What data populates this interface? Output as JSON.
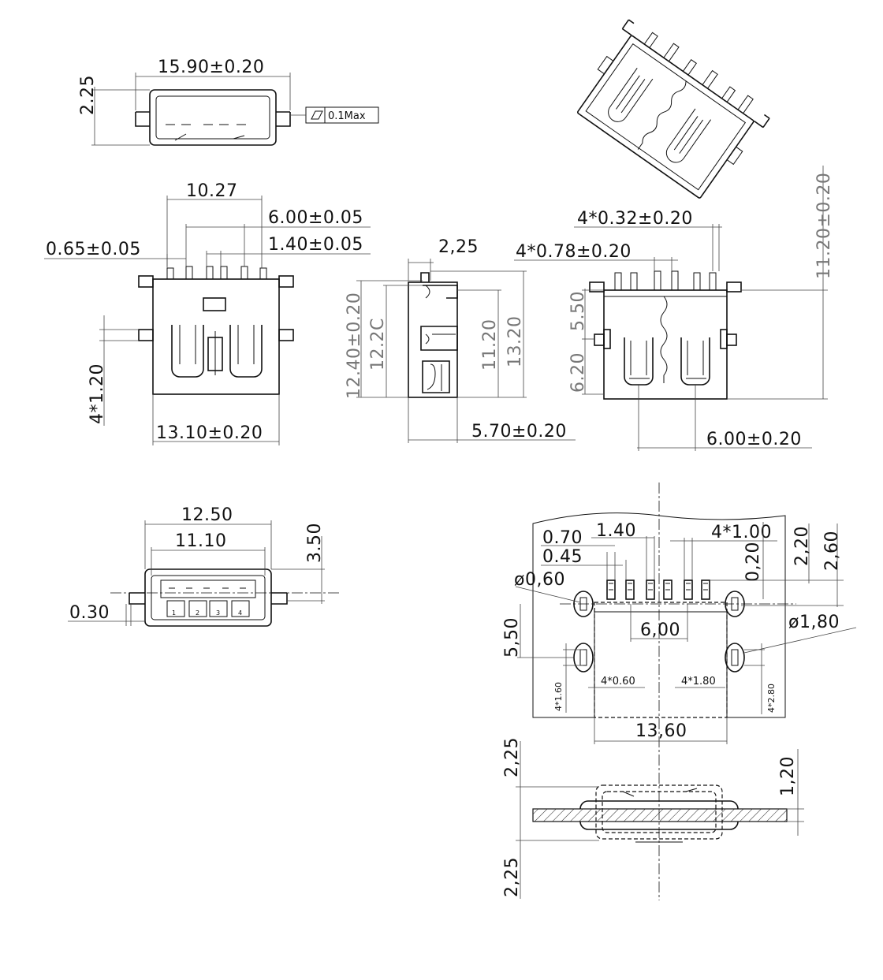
{
  "views": {
    "top": {
      "width": "15.90±0.20",
      "height": "2.25",
      "flatness": "0.1Max"
    },
    "front": {
      "span": "10.27",
      "pitch_outer": "6.00±0.05",
      "pin_pitch": "1.40±0.05",
      "pin_width": "0.65±0.05",
      "peg": "4*1.20",
      "width": "13.10±0.20"
    },
    "side": {
      "depth": "2,25",
      "h1": "12.40±0.20",
      "h2": "12.2C",
      "h3": "11.20",
      "h4": "13.20",
      "length": "5.70±0.20"
    },
    "rear": {
      "pin_w1": "4*0.32±0.20",
      "pin_w2": "4*0.78±0.20",
      "height": "11.20±0.20",
      "v1": "5.50",
      "v2": "6.20",
      "pitch": "6.00±0.20"
    },
    "end": {
      "outer": "12.50",
      "inner": "11.10",
      "height": "3.50",
      "offset": "0.30",
      "pin_labels": [
        "1",
        "2",
        "3",
        "4"
      ]
    },
    "pcb": {
      "d070": "0.70",
      "d140": "1.40",
      "d045": "0.45",
      "d4x100": "4*1.00",
      "d020": "0,20",
      "d220": "2,20",
      "d260": "2,60",
      "dia060": "ø0,60",
      "dia180": "ø1,80",
      "d600": "6,00",
      "d550": "5,50",
      "d4x160": "4*1.60",
      "d4x060": "4*0.60",
      "d4x180": "4*1.80",
      "d4x280": "4*2.80",
      "d1360": "13,60",
      "d225a": "2,25",
      "d120": "1,20",
      "d225b": "2,25"
    }
  }
}
